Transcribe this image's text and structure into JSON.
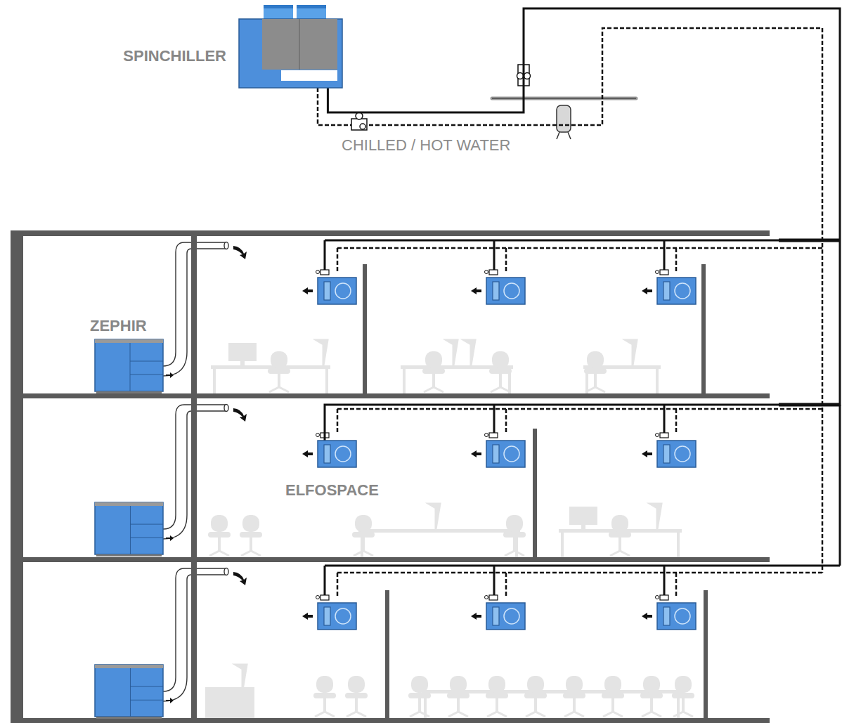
{
  "diagram": {
    "nodes": [
      {
        "text": [
          "SPINCHILLER"
        ]
      },
      {
        "text": [
          "ZEPHIR"
        ]
      },
      {
        "text": [
          "ELFOSPACE"
        ]
      }
    ],
    "edges": [
      {
        "from": 0,
        "to": 2,
        "arrow": "none"
      }
    ],
    "labels": [
      "CHILLED / HOT WATER"
    ]
  }
}
